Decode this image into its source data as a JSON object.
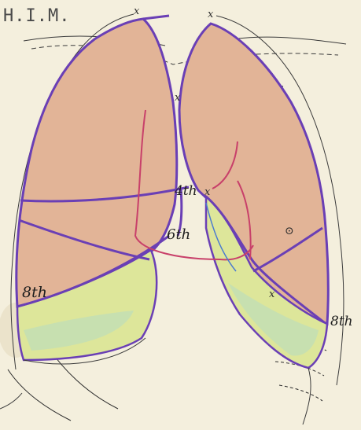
{
  "header": {
    "title": "H.I.M."
  },
  "annotations": {
    "rib_4th": "4th",
    "rib_6th": "6th",
    "rib_8th_left": "8th",
    "rib_8th_right": "8th",
    "marks": {
      "x": "x",
      "circle": "⊙"
    }
  },
  "colors": {
    "paper": "#f4efdd",
    "lung_fill": "#e2b497",
    "lower_zone_fill": "#dde69a",
    "lower_zone_tint": "#b9dcc0",
    "outline_purple": "#6a3fb5",
    "heart_red": "#c8406a",
    "ink": "#2b2b2b"
  }
}
